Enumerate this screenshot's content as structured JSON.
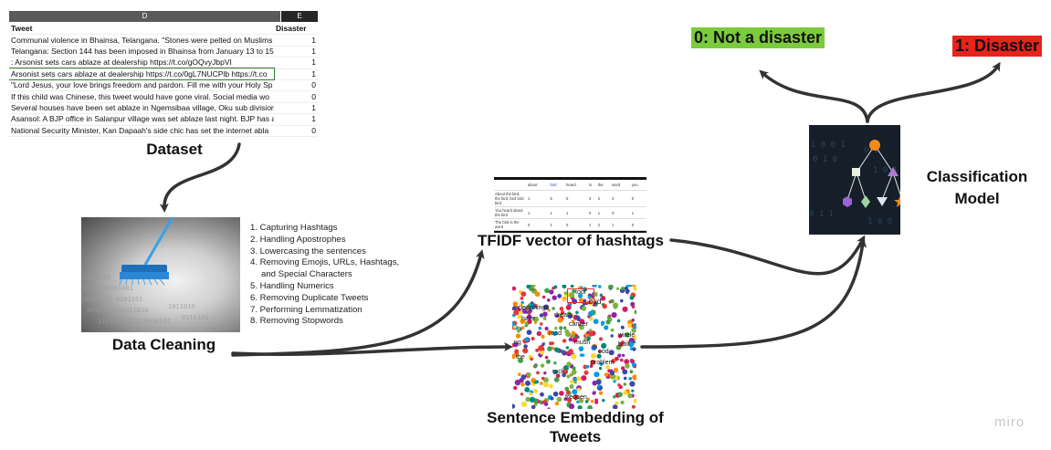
{
  "spreadsheet": {
    "col_d": "D",
    "col_e": "E",
    "header_tweet": "Tweet",
    "header_disaster": "Disaster",
    "rows": [
      {
        "tweet": "Communal violence in Bhainsa, Telangana. \"Stones were pelted on Muslims",
        "label": "1"
      },
      {
        "tweet": "Telangana: Section 144 has been imposed in Bhainsa from January 13 to 15",
        "label": "1"
      },
      {
        "tweet": ": Arsonist sets cars ablaze at dealership https://t.co/gOQvyJbpVI",
        "label": "1"
      },
      {
        "tweet": "Arsonist sets cars ablaze at dealership https://t.co/0gL7NUCPlb https://t.co",
        "label": "1"
      },
      {
        "tweet": "\"Lord Jesus, your love brings freedom and pardon. Fill me with your Holy Sp",
        "label": "0"
      },
      {
        "tweet": "If this child was Chinese, this tweet would have gone viral. Social media wo",
        "label": "0"
      },
      {
        "tweet": "Several houses have been set ablaze in Ngemsibaa village, Oku sub division",
        "label": "1"
      },
      {
        "tweet": "Asansol: A BJP office in Salanpur village was set ablaze last night. BJP has a",
        "label": "1"
      },
      {
        "tweet": "National Security Minister, Kan Dapaah's side chic has set the internet abla",
        "label": "0"
      }
    ]
  },
  "labels": {
    "dataset": "Dataset",
    "data_cleaning": "Data Cleaning",
    "tfidf": "TFIDF vector of hashtags",
    "embedding_line1": "Sentence Embedding of",
    "embedding_line2": "Tweets",
    "model_line1": "Classification",
    "model_line2": "Model",
    "not_disaster": "0: Not a disaster",
    "disaster": "1: Disaster",
    "brand": "miro"
  },
  "cleaning_steps": [
    "1. Capturing Hashtags",
    "2. Handling Apostrophes",
    "3. Lowercasing the sentences",
    "4. Removing Emojis, URLs, Hashtags,",
    "    and Special Characters",
    "5. Handling Numerics",
    "6. Removing Duplicate Tweets",
    "7. Performing Lemmatization",
    "8. Removing Stopwords"
  ],
  "tfidf_table": {
    "header": [
      "",
      "about",
      "bird",
      "heard",
      "is",
      "the",
      "word",
      "you"
    ],
    "rows": [
      [
        "About the bird, the bird, bird bird bird",
        "1",
        "5",
        "0",
        "0",
        "2",
        "0",
        "0"
      ],
      [
        "You heard about the bird",
        "1",
        "1",
        "1",
        "0",
        "1",
        "0",
        "1"
      ],
      [
        "The bird is the word",
        "0",
        "1",
        "0",
        "1",
        "2",
        "1",
        "0"
      ]
    ]
  },
  "wordcloud_words": [
    "clearthings",
    "have",
    "dream",
    "bad",
    "cancer",
    "read",
    "wirele",
    "built",
    "problem",
    "frequen",
    "ng",
    "the",
    "toor",
    "rock",
    "mush",
    "ood"
  ],
  "colors": {
    "green": "#7ccb3c",
    "red": "#e8231c",
    "model_bg": "#161e29",
    "arrow": "#333333"
  }
}
